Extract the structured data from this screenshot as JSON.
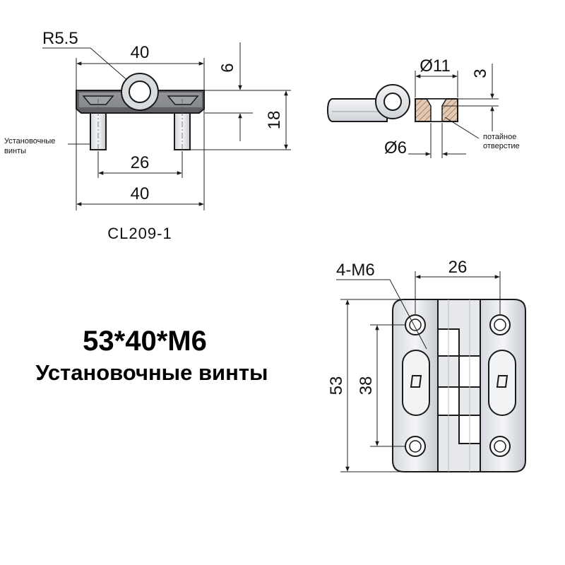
{
  "title": "53*40*M6",
  "subtitle": "Установочные винты",
  "front_view": {
    "radius_label": "R5.5",
    "top_width": "40",
    "offset_height": "6",
    "height": "18",
    "screw_spacing": "26",
    "bottom_width": "40",
    "screws_label": "Установочные винты",
    "model": "CL209-1"
  },
  "side_view": {
    "hole_diameter": "Ø11",
    "depth": "3",
    "bore_diameter": "Ø6",
    "countersink_label": "потайное отверстие"
  },
  "plan_view": {
    "holes_label": "4-M6",
    "hole_spacing_x": "26",
    "overall_height": "53",
    "hole_spacing_y": "38"
  },
  "colors": {
    "line": "#1a1a1a",
    "body_fill": "#e9ebee",
    "shadow_fill": "#c9ccd0",
    "hatch_fill": "#d8b8a0"
  }
}
